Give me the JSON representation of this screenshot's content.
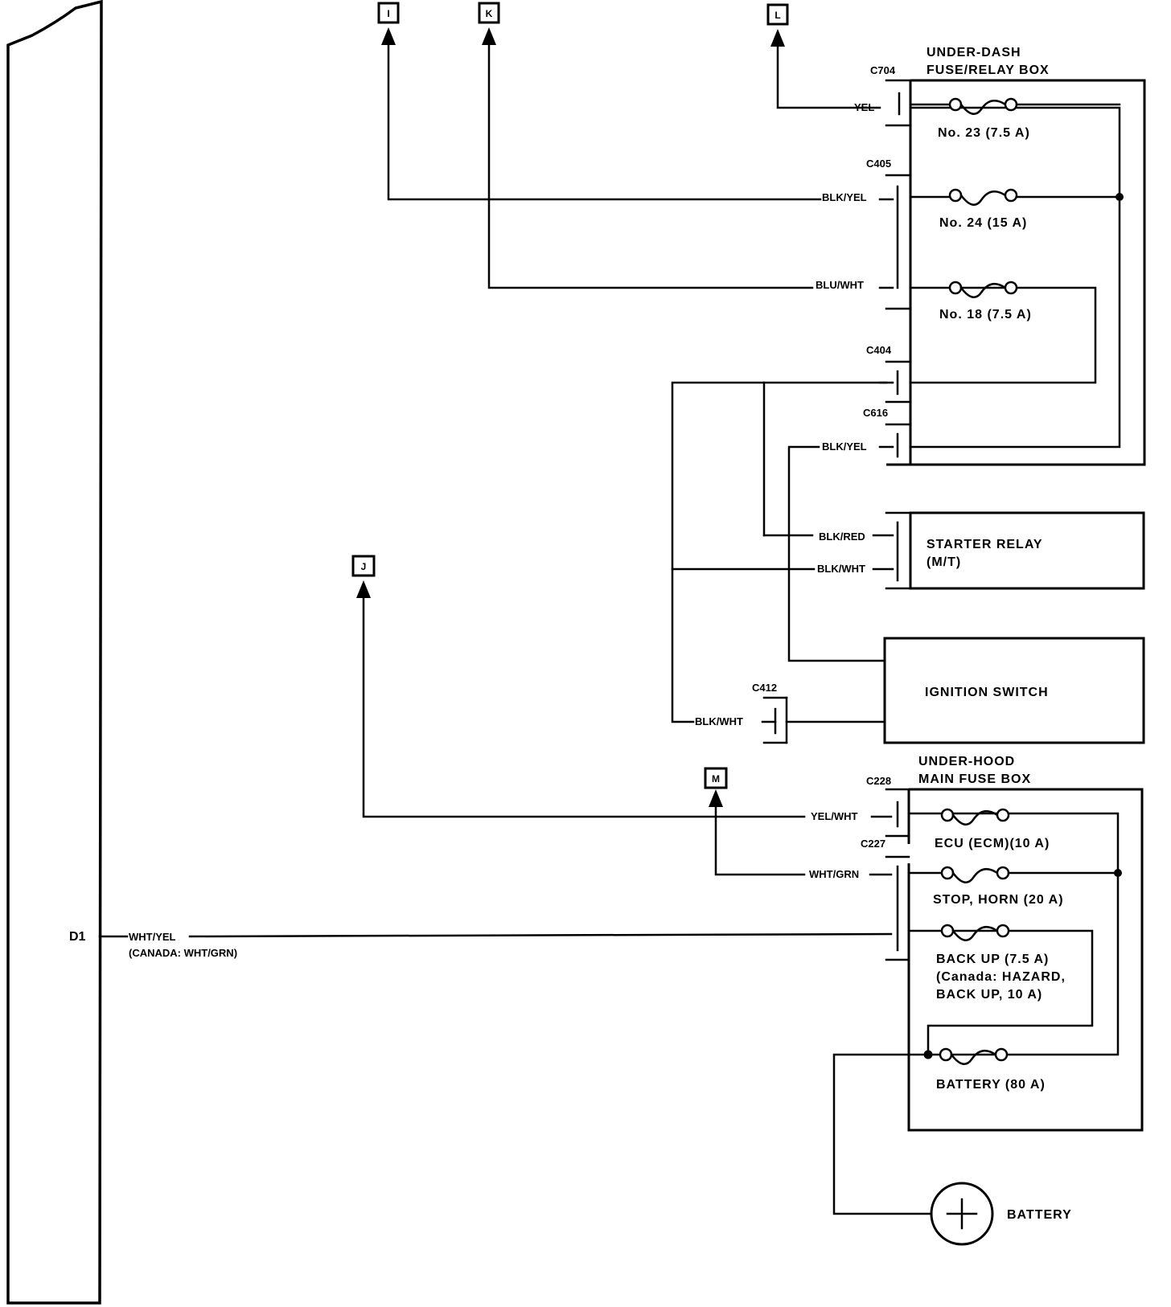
{
  "ecu": {
    "pin": "D1",
    "wire": "WHT/YEL",
    "wire_note": "(CANADA: WHT/GRN)"
  },
  "refs": {
    "i": "I",
    "k": "K",
    "l": "L",
    "j": "J",
    "m": "M"
  },
  "under_dash": {
    "title_line1": "UNDER-DASH",
    "title_line2": "FUSE/RELAY BOX",
    "connectors": {
      "c704": "C704",
      "c405": "C405",
      "c404": "C404",
      "c616": "C616"
    },
    "wires": {
      "yel": "YEL",
      "blk_yel_1": "BLK/YEL",
      "blu_wht": "BLU/WHT",
      "blk_yel_2": "BLK/YEL"
    },
    "fuses": {
      "f23": "No. 23 (7.5 A)",
      "f24": "No. 24 (15 A)",
      "f18": "No. 18 (7.5 A)"
    }
  },
  "starter_relay": {
    "line1": "STARTER RELAY",
    "line2": "(M/T)",
    "wires": {
      "blk_red": "BLK/RED",
      "blk_wht": "BLK/WHT"
    }
  },
  "ignition_switch": {
    "label": "IGNITION SWITCH",
    "connector": "C412",
    "wire": "BLK/WHT"
  },
  "under_hood": {
    "title_line1": "UNDER-HOOD",
    "title_line2": "MAIN FUSE BOX",
    "connectors": {
      "c228": "C228",
      "c227": "C227"
    },
    "wires": {
      "yel_wht": "YEL/WHT",
      "wht_grn": "WHT/GRN"
    },
    "fuses": {
      "ecu": "ECU (ECM)(10 A)",
      "stop_horn": "STOP, HORN (20 A)",
      "backup_1": "BACK UP (7.5 A)",
      "backup_2": "(Canada: HAZARD,",
      "backup_3": "BACK UP, 10 A)",
      "battery": "BATTERY (80 A)"
    }
  },
  "battery": {
    "label": "BATTERY"
  }
}
